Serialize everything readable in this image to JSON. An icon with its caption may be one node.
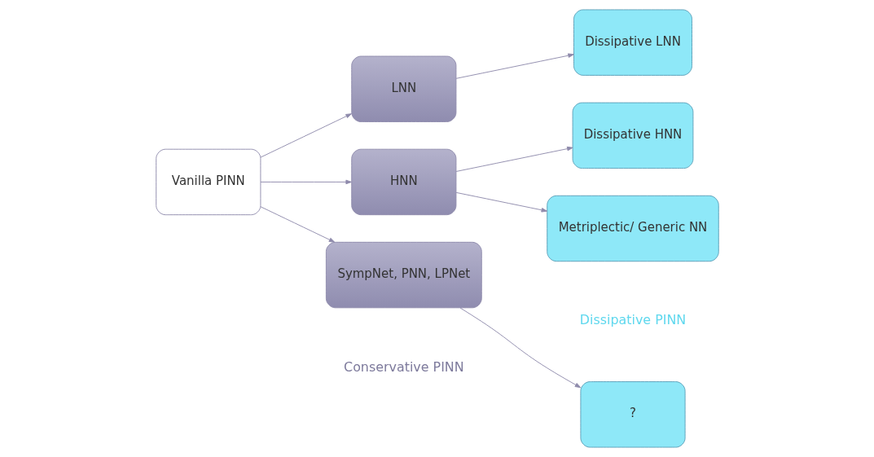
{
  "diagram": {
    "nodes": [
      {
        "text": [
          "Vanilla PINN"
        ]
      },
      {
        "text": [
          "LNN"
        ]
      },
      {
        "text": [
          "HNN"
        ]
      },
      {
        "text": [
          "SympNet, PNN, LPNet"
        ]
      },
      {
        "text": [
          "Dissipative LNN"
        ]
      },
      {
        "text": [
          "Dissipative HNN"
        ]
      },
      {
        "text": [
          "Metriplectic/ Generic NN"
        ]
      },
      {
        "text": [
          "?"
        ]
      }
    ],
    "edges": [
      {
        "from": 0,
        "to": 1,
        "arrow": "to"
      },
      {
        "from": 0,
        "to": 2,
        "arrow": "to"
      },
      {
        "from": 0,
        "to": 3,
        "arrow": "to"
      },
      {
        "from": 1,
        "to": 4,
        "arrow": "to"
      },
      {
        "from": 2,
        "to": 5,
        "arrow": "to"
      },
      {
        "from": 2,
        "to": 6,
        "arrow": "to"
      },
      {
        "from": 3,
        "to": 7,
        "arrow": "to"
      }
    ],
    "labels": [
      "Conservative PINN",
      "Dissipative PINN"
    ]
  }
}
